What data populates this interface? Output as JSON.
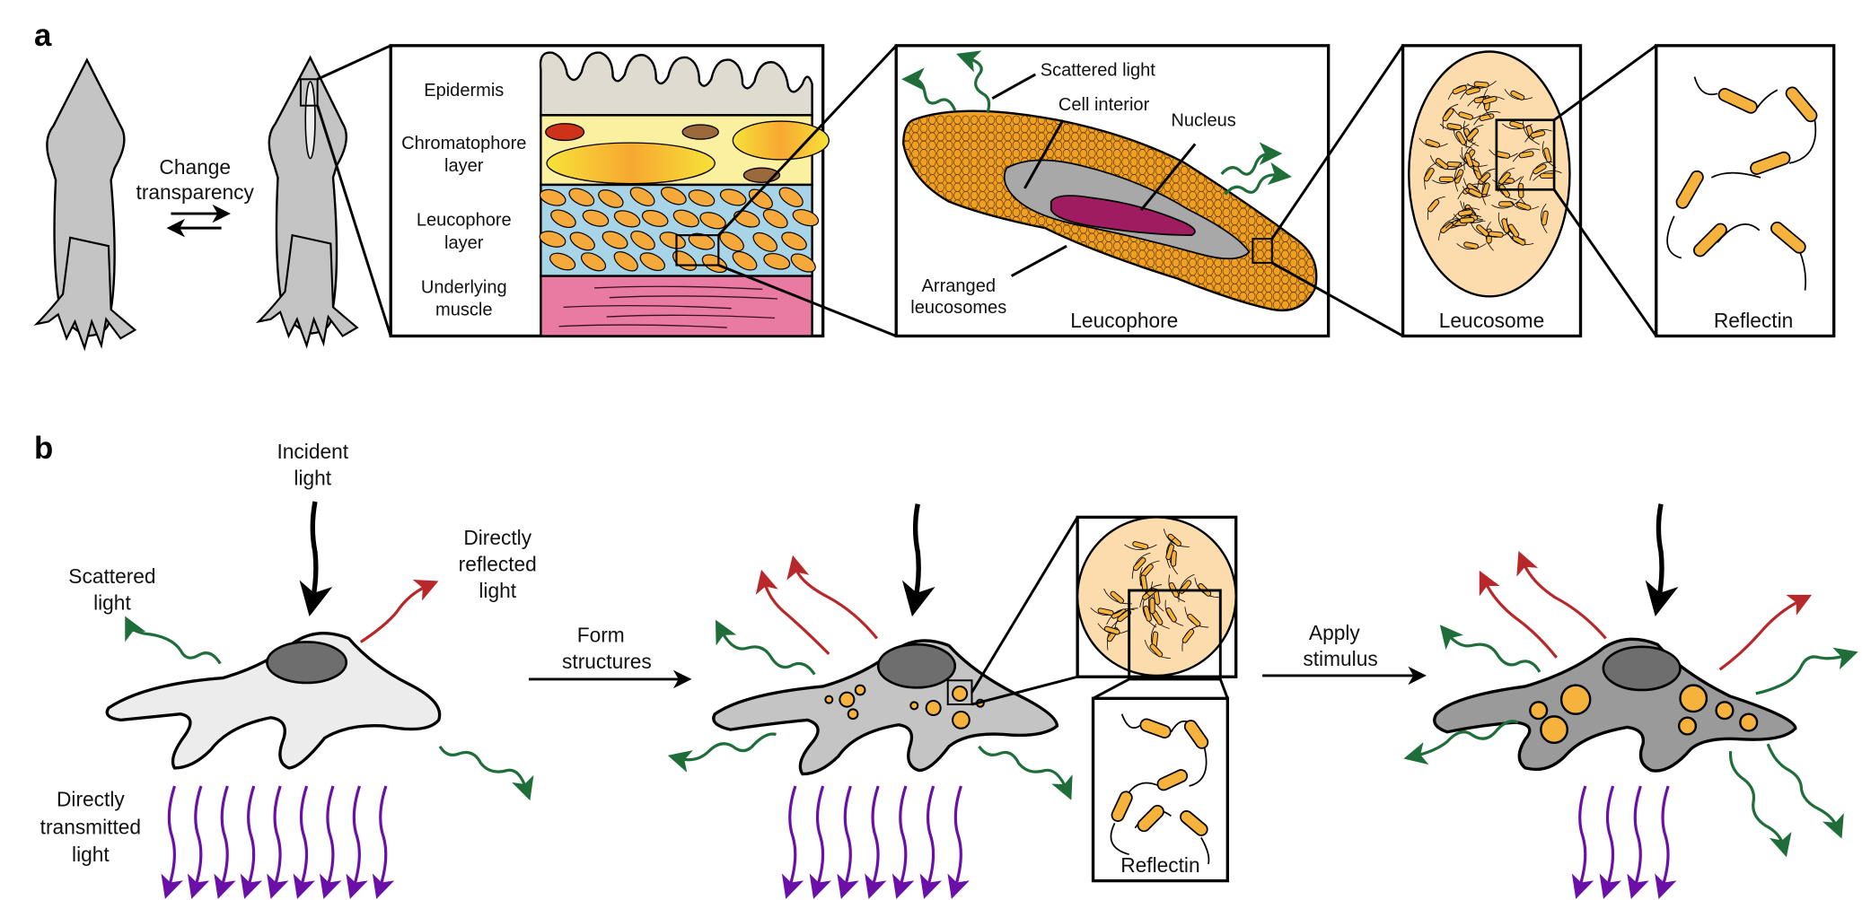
{
  "panels": {
    "a": {
      "label": "a",
      "squid_transition": {
        "line1": "Change",
        "line2": "transparency"
      },
      "skin_layers": {
        "epidermis": "Epidermis",
        "chromatophore": {
          "line1": "Chromatophore",
          "line2": "layer"
        },
        "leucophore": {
          "line1": "Leucophore",
          "line2": "layer"
        },
        "muscle": {
          "line1": "Underlying",
          "line2": "muscle"
        }
      },
      "leucophore_box": {
        "scattered_light": "Scattered light",
        "cell_interior": "Cell interior",
        "nucleus": "Nucleus",
        "arranged_leucosomes": {
          "line1": "Arranged",
          "line2": "leucosomes"
        },
        "title": "Leucophore"
      },
      "leucosome_box": {
        "title": "Leucosome"
      },
      "reflectin_box": {
        "title": "Reflectin"
      }
    },
    "b": {
      "label": "b",
      "incident_light": {
        "line1": "Incident",
        "line2": "light"
      },
      "scattered_light": {
        "line1": "Scattered",
        "line2": "light"
      },
      "reflected_light": {
        "line1": "Directly",
        "line2": "reflected",
        "line3": "light"
      },
      "transmitted_light": {
        "line1": "Directly",
        "line2": "transmitted",
        "line3": "light"
      },
      "step1": {
        "line1": "Form",
        "line2": "structures"
      },
      "step2": {
        "line1": "Apply",
        "line2": "stimulus"
      },
      "inset_reflectin": "Reflectin"
    }
  },
  "colors": {
    "scattered": "#1f6e3a",
    "reflected": "#b8282b",
    "transmitted": "#6a0fa8",
    "leucosome": "#f5b23c",
    "squid": "#c4c4c4"
  }
}
